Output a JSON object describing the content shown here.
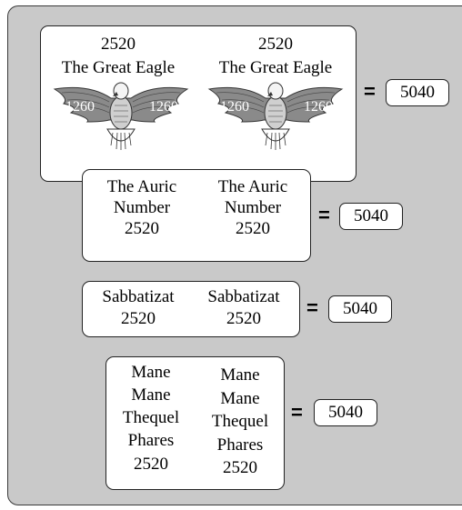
{
  "rows": [
    {
      "cols": [
        {
          "top": "2520",
          "name": "The Great Eagle",
          "wings": [
            "1260",
            "1260"
          ]
        },
        {
          "top": "2520",
          "name": "The Great Eagle",
          "wings": [
            "1260",
            "1260"
          ]
        }
      ],
      "equals": "=",
      "result": "5040"
    },
    {
      "cols": [
        {
          "lines": [
            "The Auric",
            "Number",
            "2520"
          ]
        },
        {
          "lines": [
            "The Auric",
            "Number",
            "2520"
          ]
        }
      ],
      "equals": "=",
      "result": "5040"
    },
    {
      "cols": [
        {
          "lines": [
            "Sabbatizat",
            "2520"
          ]
        },
        {
          "lines": [
            "Sabbatizat",
            "2520"
          ]
        }
      ],
      "equals": "=",
      "result": "5040"
    },
    {
      "cols": [
        {
          "lines": [
            "Mane",
            "Mane",
            "Thequel",
            "Phares",
            "2520"
          ]
        },
        {
          "lines": [
            "Mane",
            "Mane",
            "Thequel",
            "Phares",
            "2520"
          ]
        }
      ],
      "equals": "=",
      "result": "5040"
    }
  ]
}
